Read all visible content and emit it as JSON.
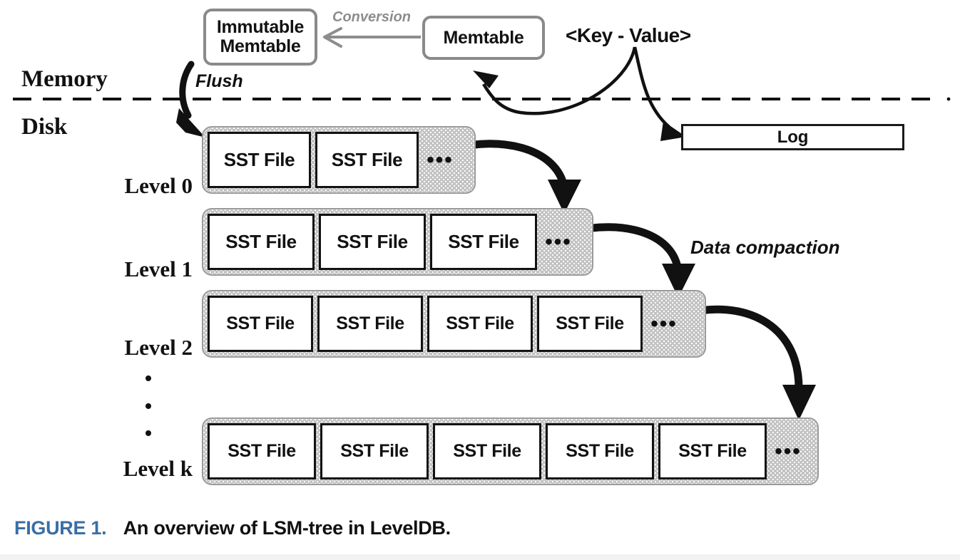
{
  "figure": {
    "caption_number": "FIGURE 1.",
    "caption_text": "An overview of LSM-tree in LevelDB.",
    "caption_number_color": "#3a6ea5"
  },
  "memory": {
    "region_label": "Memory",
    "immutable_memtable": "Immutable\nMemtable",
    "immutable_memtable_line1": "Immutable",
    "immutable_memtable_line2": "Memtable",
    "memtable": "Memtable",
    "conversion_label": "Conversion",
    "key_value_label": "<Key - Value>",
    "flush_label": "Flush"
  },
  "disk": {
    "region_label": "Disk",
    "log_label": "Log",
    "compaction_label": "Data compaction",
    "ellipsis": "•••",
    "sst_label": "SST File",
    "vertical_dots_count": 3,
    "levels": [
      {
        "label": "Level 0",
        "sst_count": 2,
        "files": [
          "SST File",
          "SST File"
        ]
      },
      {
        "label": "Level 1",
        "sst_count": 3,
        "files": [
          "SST File",
          "SST File",
          "SST File"
        ]
      },
      {
        "label": "Level 2",
        "sst_count": 4,
        "files": [
          "SST File",
          "SST File",
          "SST File",
          "SST File"
        ]
      },
      {
        "label": "Level k",
        "sst_count": 5,
        "files": [
          "SST File",
          "SST File",
          "SST File",
          "SST File",
          "SST File"
        ]
      }
    ]
  },
  "colors": {
    "box_outline_gray": "#8a8a8a",
    "level_fill_gray": "#c3c3c3",
    "arrow_black": "#111111",
    "conversion_gray": "#8d8d8d",
    "background": "#ffffff"
  }
}
